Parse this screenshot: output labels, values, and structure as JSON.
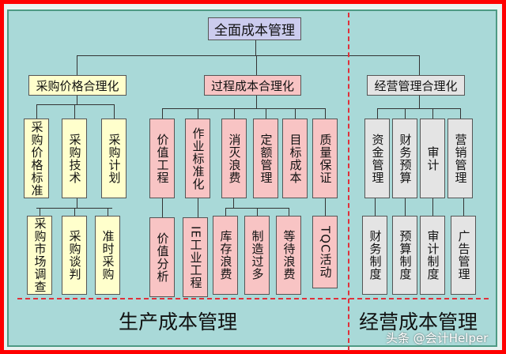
{
  "root": "全面成本管理",
  "groups": [
    {
      "label": "采购价格合理化",
      "color": "yellow",
      "level2": [
        "采购价格标准",
        "采购技术",
        "采购计划"
      ],
      "level3": [
        "采购市场调查",
        "采购谈判",
        "准时采购"
      ]
    },
    {
      "label": "过程成本合理化",
      "color": "pink",
      "level2": [
        "价值工程",
        "作业标准化",
        "消灭浪费",
        "定额管理",
        "目标成本",
        "质量保证"
      ],
      "level3": [
        "价值分析",
        "IE工业工程",
        "库存浪费",
        "制造过多",
        "等待浪费",
        "TQC活动"
      ]
    },
    {
      "label": "经营管理合理化",
      "color": "gray",
      "level2": [
        "资金管理",
        "财务预算",
        "审计",
        "营销管理"
      ],
      "level3": [
        "财务制度",
        "预算制度",
        "审计制度",
        "广告管理"
      ]
    }
  ],
  "sections": {
    "production": "生产成本管理",
    "operating": "经营成本管理"
  },
  "watermark": "头条 @会计Helper",
  "colors": {
    "frame": "#ff0000",
    "panel": "#a9d9d8",
    "yellow": "#ffffcc",
    "pink": "#f8c4c4",
    "gray": "#e4e4e4",
    "root": "#ccccee",
    "divider": "#e0303a"
  }
}
